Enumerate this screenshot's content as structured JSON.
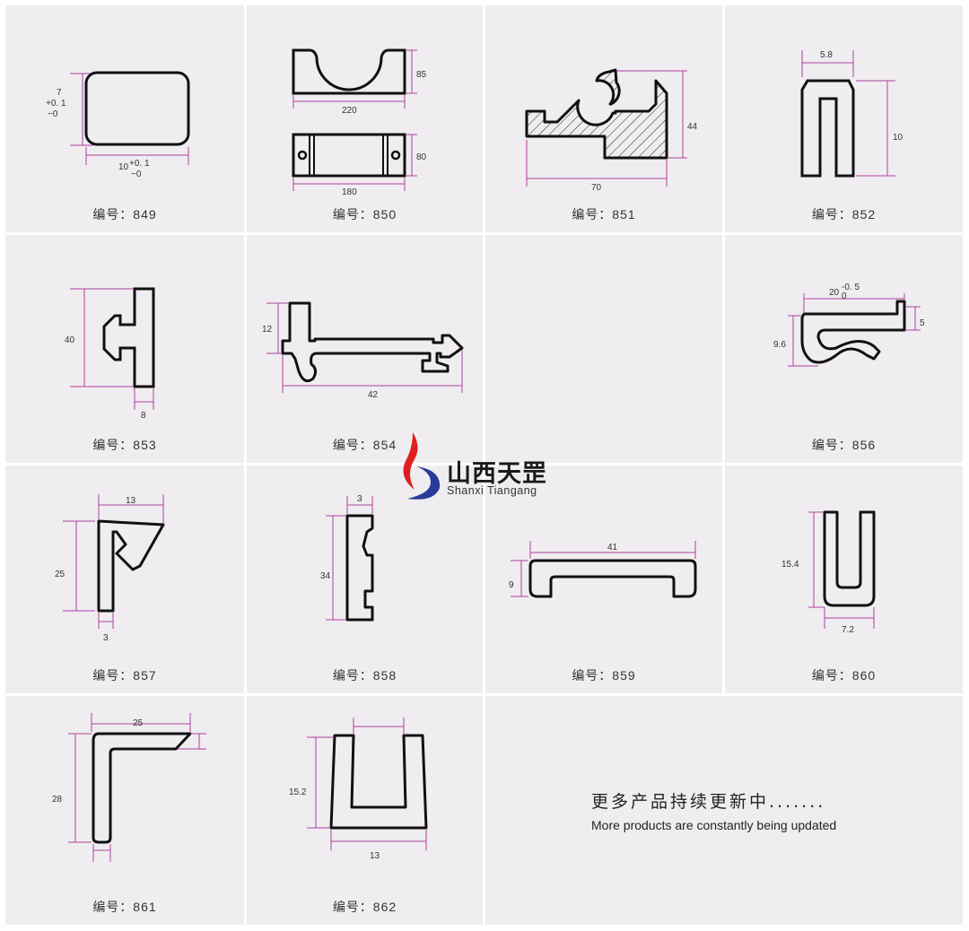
{
  "colors": {
    "background": "#ffffff",
    "cell": "#efedef",
    "dimension": "#b040a0",
    "outline": "#111111",
    "logo_red": "#e02020",
    "logo_blue": "#2a3a9a"
  },
  "label_prefix": "编号：",
  "parts": [
    {
      "id": "849",
      "label": "编号：849",
      "dims": {
        "height": "7",
        "height_tol_plus": "+0. 1",
        "height_tol_minus": "−0",
        "width": "10",
        "width_tol_plus": "+0. 1",
        "width_tol_minus": "−0"
      }
    },
    {
      "id": "850",
      "label": "编号：850",
      "dims": {
        "top_height": "85",
        "top_width": "220",
        "bottom_height": "80",
        "bottom_width": "180"
      }
    },
    {
      "id": "851",
      "label": "编号：851",
      "dims": {
        "height": "44",
        "width": "70"
      }
    },
    {
      "id": "852",
      "label": "编号：852",
      "dims": {
        "top_width": "5.8",
        "height": "10"
      }
    },
    {
      "id": "853",
      "label": "编号：853",
      "dims": {
        "height": "40",
        "width": "8"
      }
    },
    {
      "id": "854",
      "label": "编号：854",
      "dims": {
        "height": "12",
        "width": "42"
      }
    },
    {
      "id": "856",
      "label": "编号：856",
      "dims": {
        "width": "20",
        "width_tol": "-0. 5",
        "width_tol_base": "0",
        "lip": "5",
        "height": "9.6"
      }
    },
    {
      "id": "857",
      "label": "编号：857",
      "dims": {
        "top_width": "13",
        "height": "25",
        "thickness": "3"
      }
    },
    {
      "id": "858",
      "label": "编号：858",
      "dims": {
        "top_width": "3",
        "height": "34"
      }
    },
    {
      "id": "859",
      "label": "编号：859",
      "dims": {
        "width": "41",
        "height": "9"
      }
    },
    {
      "id": "860",
      "label": "编号：860",
      "dims": {
        "height": "15.4",
        "width": "7.2"
      }
    },
    {
      "id": "861",
      "label": "编号：861",
      "dims": {
        "width": "25",
        "height": "28"
      }
    },
    {
      "id": "862",
      "label": "编号：862",
      "dims": {
        "height": "15.2",
        "width": "13"
      }
    }
  ],
  "more": {
    "cn": "更多产品持续更新中.......",
    "en": "More products are constantly being updated"
  },
  "logo": {
    "cn": "山西天罡",
    "en": "Shanxi Tiangang"
  }
}
